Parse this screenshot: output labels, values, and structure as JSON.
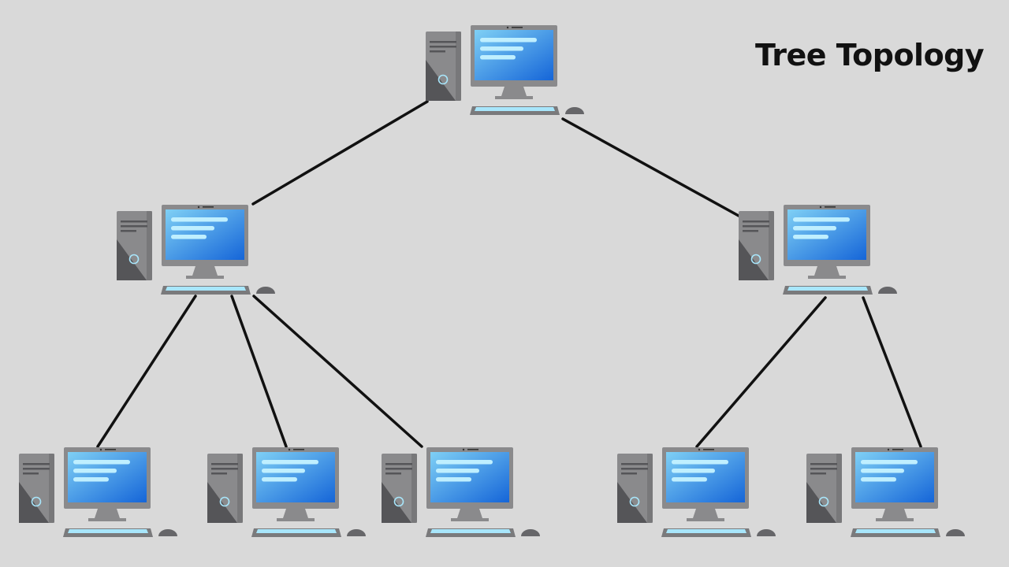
{
  "title": "Tree Topology",
  "colors": {
    "background": "#d9d9d9",
    "link": "#111111",
    "case": "#8a8a8c",
    "case_shadow": "#555558",
    "monitor_frame": "#8a8a8c",
    "screen_top": "#7fd0f5",
    "screen_bottom": "#1565d8",
    "screen_line": "#bfefff",
    "keyboard": "#7a7a7c",
    "keyboard_top": "#a8e6fb",
    "mouse": "#666669"
  },
  "nodes": [
    {
      "id": "root",
      "icon": "workstation-icon"
    },
    {
      "id": "branch-left",
      "icon": "workstation-icon"
    },
    {
      "id": "branch-right",
      "icon": "workstation-icon"
    },
    {
      "id": "leaf-1",
      "icon": "workstation-icon"
    },
    {
      "id": "leaf-2",
      "icon": "workstation-icon"
    },
    {
      "id": "leaf-3",
      "icon": "workstation-icon"
    },
    {
      "id": "leaf-4",
      "icon": "workstation-icon"
    },
    {
      "id": "leaf-5",
      "icon": "workstation-icon"
    }
  ],
  "links": [
    {
      "from": "root",
      "to": "branch-left"
    },
    {
      "from": "root",
      "to": "branch-right"
    },
    {
      "from": "branch-left",
      "to": "leaf-1"
    },
    {
      "from": "branch-left",
      "to": "leaf-2"
    },
    {
      "from": "branch-left",
      "to": "leaf-3"
    },
    {
      "from": "branch-right",
      "to": "leaf-4"
    },
    {
      "from": "branch-right",
      "to": "leaf-5"
    }
  ]
}
